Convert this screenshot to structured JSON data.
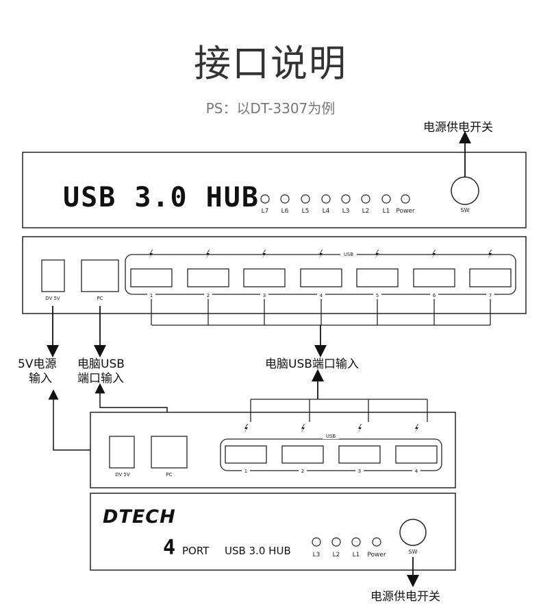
{
  "page": {
    "title": "接口说明",
    "subtitle": "PS：以DT-3307为例"
  },
  "device7_front": {
    "lcd_text": "USB 3.0 HUB",
    "leds": [
      "L7",
      "L6",
      "L5",
      "L4",
      "L3",
      "L2",
      "L1",
      "Power"
    ],
    "switch_label": "SW",
    "switch_callout": "电源供电开关"
  },
  "device7_back": {
    "dc_label": "DV 5V",
    "pc_label": "PC",
    "usb_group_label": "USB",
    "port_numbers": [
      "1",
      "2",
      "3",
      "4",
      "5",
      "6",
      "7"
    ]
  },
  "callouts": {
    "power_input_line1": "5V电源",
    "power_input_line2": "输入",
    "pc_usb_line1": "电脑USB",
    "pc_usb_line2": "端口输入",
    "usb_ports_input": "电脑USB端口输入"
  },
  "device4_back": {
    "dc_label": "DV 5V",
    "pc_label": "PC",
    "usb_group_label": "USB",
    "port_numbers": [
      "1",
      "2",
      "3",
      "4"
    ]
  },
  "device4_front": {
    "brand": "DTECH",
    "port_count": "4",
    "port_text": "PORT",
    "model_text": "USB 3.0 HUB",
    "leds": [
      "L3",
      "L2",
      "L1",
      "Power"
    ],
    "switch_label": "SW",
    "switch_callout": "电源供电开关"
  }
}
